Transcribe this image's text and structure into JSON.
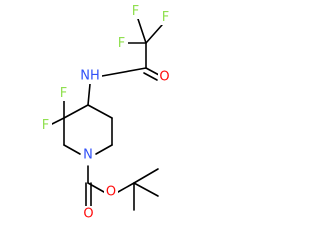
{
  "molecule": {
    "colors": {
      "bond": "#000000",
      "F": "#90e050",
      "N": "#3050f8",
      "O": "#ff0d0d"
    },
    "atoms": {
      "f_top_left": "F",
      "f_top_right": "F",
      "f_left": "F",
      "nh": "NH",
      "carbonyl_o": "O",
      "f_ring_upper": "F",
      "f_ring_lower": "F",
      "ring_n": "N",
      "boc_o_double": "O",
      "boc_o_single": "O"
    }
  }
}
